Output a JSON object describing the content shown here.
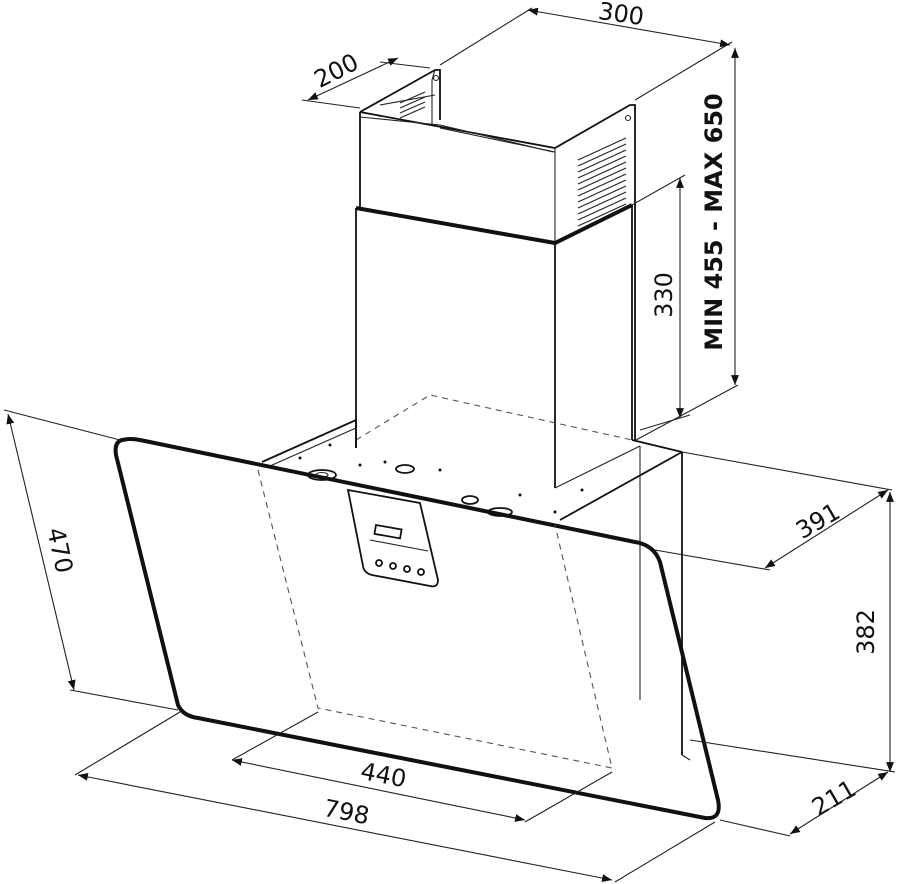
{
  "dimensions": {
    "chimney_width": "300",
    "chimney_depth": "200",
    "chimney_height_range": "MIN  455  -  MAX  650",
    "chimney_lower": "330",
    "hood_depth_top": "391",
    "hood_height": "382",
    "hood_depth_bottom": "211",
    "glass_height": "470",
    "inner_width": "440",
    "overall_width": "798"
  },
  "colors": {
    "line": "#111111",
    "background": "#ffffff"
  }
}
